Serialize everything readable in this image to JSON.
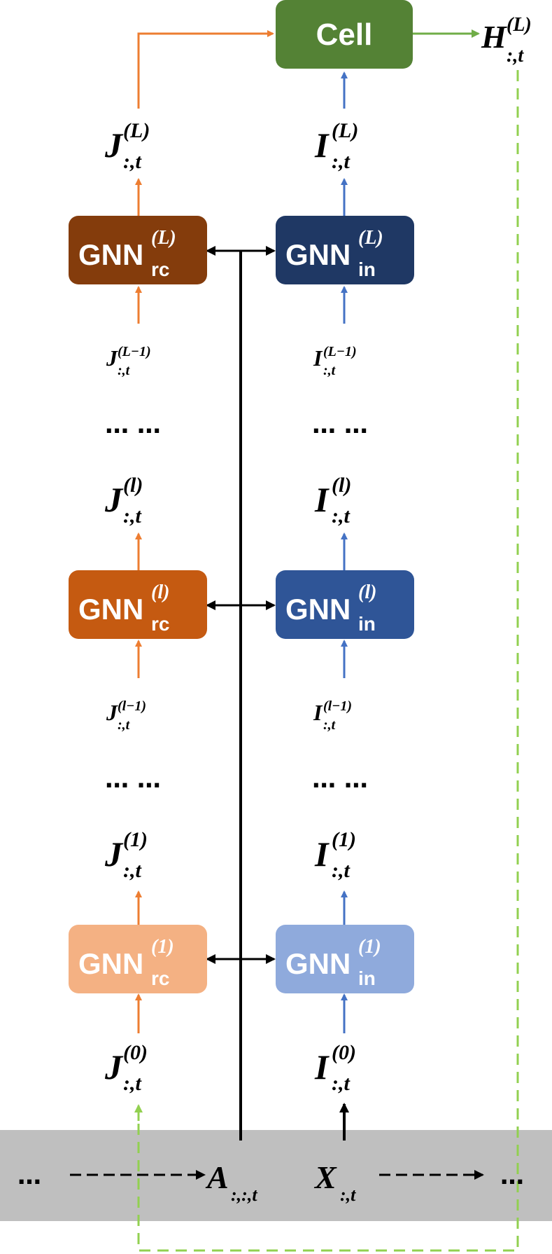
{
  "colors": {
    "orange": "#ED7D31",
    "blue": "#4472C4",
    "green_arrow": "#70AD47",
    "green_dash": "#92D050",
    "cell": "#548235",
    "gnn_rc_L": "#843C0C",
    "gnn_rc_l": "#C55A11",
    "gnn_rc_1": "#F4B183",
    "gnn_in_L": "#1F3864",
    "gnn_in_l": "#2F5597",
    "gnn_in_1": "#8FAADC",
    "band": "#BFBFBF"
  },
  "cell": {
    "label": "Cell"
  },
  "output": {
    "base": "H",
    "sup": "(L)",
    "sub": ":,t"
  },
  "gnn": {
    "rc_base": "GNN",
    "rc_sub": "rc",
    "in_base": "GNN",
    "in_sub": "in",
    "sup_L": "(L)",
    "sup_l": "(l)",
    "sup_1": "(1)"
  },
  "j_labels": {
    "base": "J",
    "sub": ":,t",
    "L": "(L)",
    "Lm1": "(L−1)",
    "l": "(l)",
    "lm1": "(l−1)",
    "one": "(1)",
    "zero": "(0)"
  },
  "i_labels": {
    "base": "I",
    "sub": ":,t",
    "L": "(L)",
    "Lm1": "(L−1)",
    "l": "(l)",
    "lm1": "(l−1)",
    "one": "(1)",
    "zero": "(0)"
  },
  "dots": "… …",
  "band": {
    "ellipsis_left": "…",
    "ellipsis_right": "…",
    "A_base": "A",
    "A_sub": ":,:,t",
    "X_base": "X",
    "X_sub": ":,t"
  }
}
